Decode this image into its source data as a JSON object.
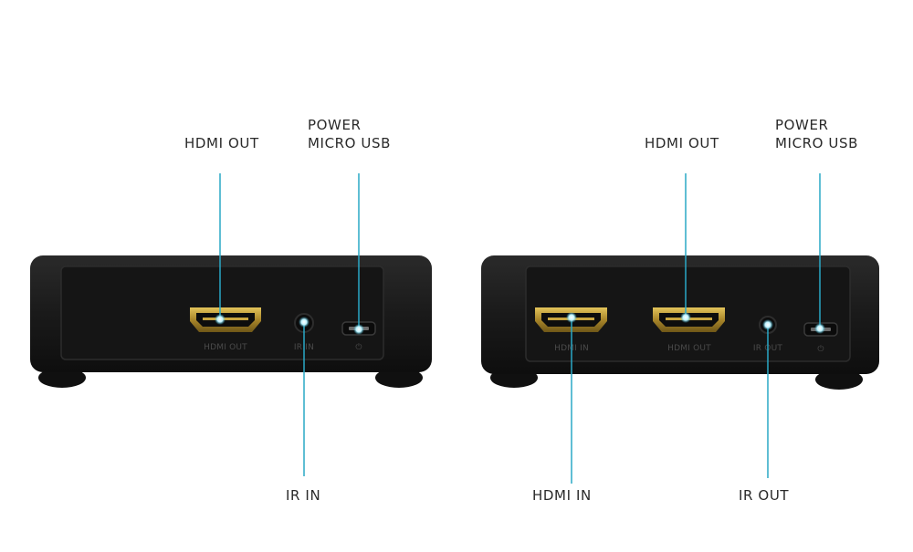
{
  "colors": {
    "background": "#ffffff",
    "device_body": "#1c1c1c",
    "device_face": "#161616",
    "connector_gold": "#b8962e",
    "callout_line": "#2aa8c6",
    "callout_dot": "#e6fbff",
    "label_text": "#2a2a2a"
  },
  "receiver": {
    "callouts": {
      "hdmi_out": "HDMI OUT",
      "power": [
        "POWER",
        "MICRO USB"
      ],
      "ir_in": "IR IN"
    },
    "printed": {
      "hdmi_out": "HDMI OUT",
      "ir_in": "IR IN",
      "power_symbol": "⏻"
    }
  },
  "transmitter": {
    "callouts": {
      "hdmi_out": "HDMI OUT",
      "power": [
        "POWER",
        "MICRO USB"
      ],
      "hdmi_in": "HDMI IN",
      "ir_out": "IR OUT"
    },
    "printed": {
      "hdmi_in": "HDMI IN",
      "hdmi_out": "HDMI OUT",
      "ir_out": "IR OUT",
      "power_symbol": "⏻"
    }
  }
}
